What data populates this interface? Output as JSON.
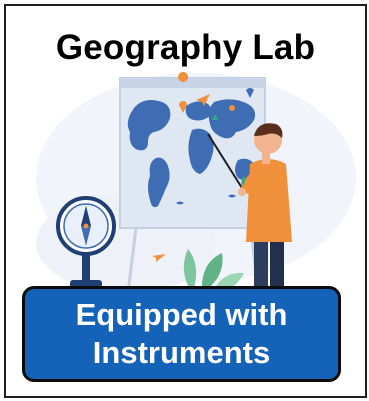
{
  "title": "Geography Lab",
  "caption": {
    "line1": "Equipped with",
    "line2": "Instruments"
  },
  "illustration": {
    "subject": "teacher-pointing-at-world-map",
    "icons": [
      "world-map-icon",
      "compass-icon",
      "teacher-figure",
      "plant-leaves",
      "location-pin-icon",
      "paper-plane-icon"
    ]
  },
  "colors": {
    "caption_bg": "#1463b8",
    "caption_text": "#ffffff",
    "title_text": "#000000",
    "border": "#1f1f1f",
    "map_bg": "#e6ecf5",
    "map_land": "#3f6db3",
    "shirt": "#f0903a"
  }
}
